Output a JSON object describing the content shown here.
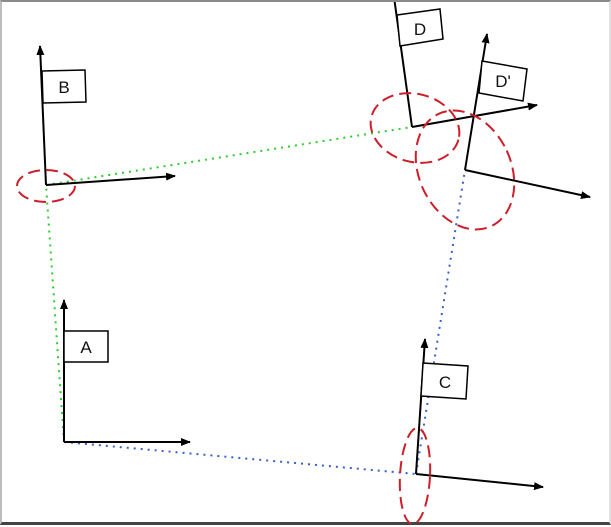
{
  "diagram": {
    "colors": {
      "axis": "#000000",
      "green_link": "#2ecc2e",
      "blue_link": "#3a5fcd",
      "ellipse": "#cc1f2a"
    },
    "frames": [
      {
        "id": "A",
        "label": "A"
      },
      {
        "id": "B",
        "label": "B"
      },
      {
        "id": "C",
        "label": "C"
      },
      {
        "id": "D",
        "label": "D"
      },
      {
        "id": "Dp",
        "label": "D'"
      }
    ],
    "links": [
      {
        "from": "A",
        "to": "B",
        "style": "dotted",
        "color": "green"
      },
      {
        "from": "B",
        "to": "D",
        "style": "dotted",
        "color": "green"
      },
      {
        "from": "A",
        "to": "C",
        "style": "dotted",
        "color": "blue"
      },
      {
        "from": "C",
        "to": "D'",
        "style": "dotted",
        "color": "blue"
      }
    ],
    "uncertainty_ellipses": [
      "B",
      "C",
      "D",
      "D'"
    ]
  }
}
